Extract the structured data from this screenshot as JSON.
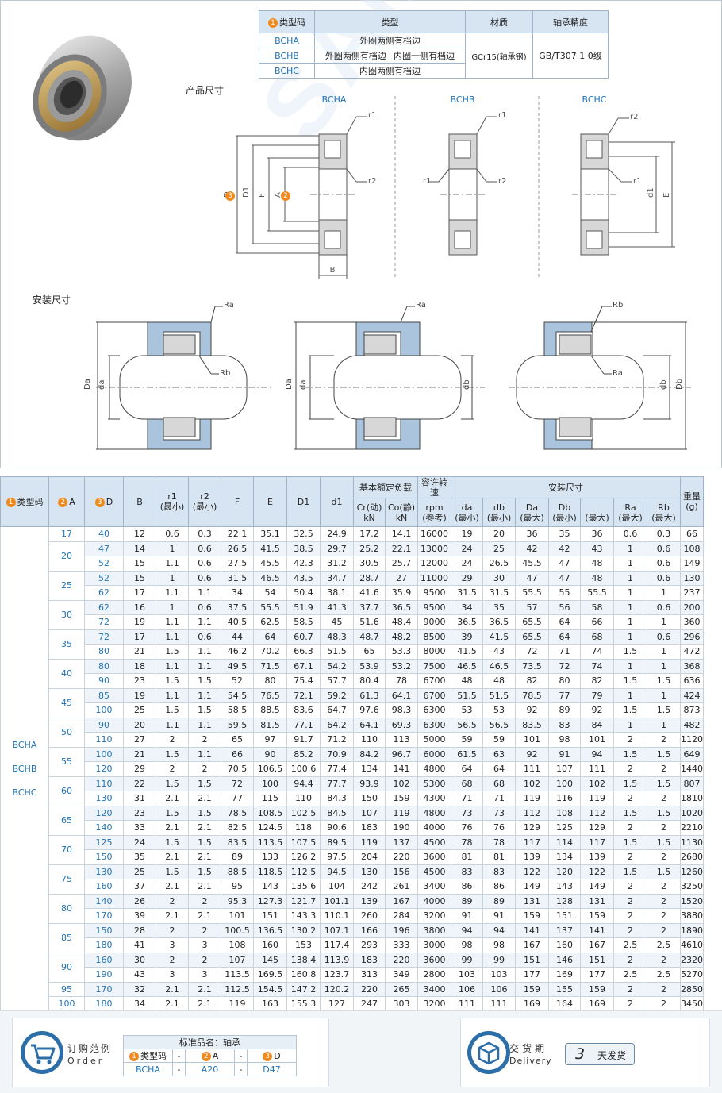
{
  "type_table": {
    "headers": {
      "code": "类型码",
      "type": "类型",
      "material": "材质",
      "precision": "轴承精度"
    },
    "rows": [
      {
        "code": "BCHA",
        "type": "外圈两侧有档边"
      },
      {
        "code": "BCHB",
        "type": "外圈两侧有档边+内圈一侧有档边"
      },
      {
        "code": "BCHC",
        "type": "内圈两侧有档边"
      }
    ],
    "material": "GCr15(轴承钢)",
    "precision": "GB/T307.1 0级"
  },
  "sections": {
    "product_dims": "产品尺寸",
    "install_dims": "安装尺寸"
  },
  "diagram_labels": {
    "bcha": "BCHA",
    "bchb": "BCHB",
    "bchc": "BCHC",
    "r1": "r1",
    "r2": "r2",
    "D": "D",
    "D1": "D1",
    "F": "F",
    "A": "A",
    "B": "B",
    "d1": "d1",
    "E": "E",
    "Ra": "Ra",
    "Rb": "Rb",
    "Da": "Da",
    "da": "da",
    "db": "db",
    "Db": "Db"
  },
  "spec_table": {
    "headers": {
      "code": "类型码",
      "A": "A",
      "D": "D",
      "B": "B",
      "r1": "r1",
      "r1_sub": "(最小)",
      "r2": "r2",
      "r2_sub": "(最小)",
      "F": "F",
      "E": "E",
      "D1": "D1",
      "d1": "d1",
      "load": "基本额定负载",
      "cr": "Cr(动)",
      "co": "Co(静)",
      "kn": "kN",
      "speed": "容许转速",
      "rpm": "rpm",
      "ref": "(参考)",
      "install": "安装尺寸",
      "da": "da",
      "db": "db",
      "Da": "Da",
      "Db": "Db",
      "Ra": "Ra",
      "Rb": "Rb",
      "min": "(最小)",
      "max": "(最大)",
      "weight": "重量",
      "g": "(g)"
    },
    "type_codes": [
      "BCHA",
      "BCHB",
      "BCHC"
    ],
    "groups": [
      {
        "A": "17",
        "rows": [
          [
            "40",
            "12",
            "0.6",
            "0.3",
            "22.1",
            "35.1",
            "32.5",
            "24.9",
            "17.2",
            "14.1",
            "16000",
            "19",
            "20",
            "36",
            "35",
            "36",
            "0.6",
            "0.3",
            "66"
          ]
        ]
      },
      {
        "A": "20",
        "rows": [
          [
            "47",
            "14",
            "1",
            "0.6",
            "26.5",
            "41.5",
            "38.5",
            "29.7",
            "25.2",
            "22.1",
            "13000",
            "24",
            "25",
            "42",
            "42",
            "43",
            "1",
            "0.6",
            "108"
          ],
          [
            "52",
            "15",
            "1.1",
            "0.6",
            "27.5",
            "45.5",
            "42.3",
            "31.2",
            "30.5",
            "25.7",
            "12000",
            "24",
            "26.5",
            "45.5",
            "47",
            "48",
            "1",
            "0.6",
            "149"
          ]
        ]
      },
      {
        "A": "25",
        "rows": [
          [
            "52",
            "15",
            "1",
            "0.6",
            "31.5",
            "46.5",
            "43.5",
            "34.7",
            "28.7",
            "27",
            "11000",
            "29",
            "30",
            "47",
            "47",
            "48",
            "1",
            "0.6",
            "130"
          ],
          [
            "62",
            "17",
            "1.1",
            "1.1",
            "34",
            "54",
            "50.4",
            "38.1",
            "41.6",
            "35.9",
            "9500",
            "31.5",
            "31.5",
            "55.5",
            "55",
            "55.5",
            "1",
            "1",
            "237"
          ]
        ]
      },
      {
        "A": "30",
        "rows": [
          [
            "62",
            "16",
            "1",
            "0.6",
            "37.5",
            "55.5",
            "51.9",
            "41.3",
            "37.7",
            "36.5",
            "9500",
            "34",
            "35",
            "57",
            "56",
            "58",
            "1",
            "0.6",
            "200"
          ],
          [
            "72",
            "19",
            "1.1",
            "1.1",
            "40.5",
            "62.5",
            "58.5",
            "45",
            "51.6",
            "48.4",
            "9000",
            "36.5",
            "36.5",
            "65.5",
            "64",
            "66",
            "1",
            "1",
            "360"
          ]
        ]
      },
      {
        "A": "35",
        "rows": [
          [
            "72",
            "17",
            "1.1",
            "0.6",
            "44",
            "64",
            "60.7",
            "48.3",
            "48.7",
            "48.2",
            "8500",
            "39",
            "41.5",
            "65.5",
            "64",
            "68",
            "1",
            "0.6",
            "296"
          ],
          [
            "80",
            "21",
            "1.5",
            "1.1",
            "46.2",
            "70.2",
            "66.3",
            "51.5",
            "65",
            "53.3",
            "8000",
            "41.5",
            "43",
            "72",
            "71",
            "74",
            "1.5",
            "1",
            "472"
          ]
        ]
      },
      {
        "A": "40",
        "rows": [
          [
            "80",
            "18",
            "1.1",
            "1.1",
            "49.5",
            "71.5",
            "67.1",
            "54.2",
            "53.9",
            "53.2",
            "7500",
            "46.5",
            "46.5",
            "73.5",
            "72",
            "74",
            "1",
            "1",
            "368"
          ],
          [
            "90",
            "23",
            "1.5",
            "1.5",
            "52",
            "80",
            "75.4",
            "57.7",
            "80.4",
            "78",
            "6700",
            "48",
            "48",
            "82",
            "80",
            "82",
            "1.5",
            "1.5",
            "636"
          ]
        ]
      },
      {
        "A": "45",
        "rows": [
          [
            "85",
            "19",
            "1.1",
            "1.1",
            "54.5",
            "76.5",
            "72.1",
            "59.2",
            "61.3",
            "64.1",
            "6700",
            "51.5",
            "51.5",
            "78.5",
            "77",
            "79",
            "1",
            "1",
            "424"
          ],
          [
            "100",
            "25",
            "1.5",
            "1.5",
            "58.5",
            "88.5",
            "83.6",
            "64.7",
            "97.6",
            "98.3",
            "6300",
            "53",
            "53",
            "92",
            "89",
            "92",
            "1.5",
            "1.5",
            "873"
          ]
        ]
      },
      {
        "A": "50",
        "rows": [
          [
            "90",
            "20",
            "1.1",
            "1.1",
            "59.5",
            "81.5",
            "77.1",
            "64.2",
            "64.1",
            "69.3",
            "6300",
            "56.5",
            "56.5",
            "83.5",
            "83",
            "84",
            "1",
            "1",
            "482"
          ],
          [
            "110",
            "27",
            "2",
            "2",
            "65",
            "97",
            "91.7",
            "71.2",
            "110",
            "113",
            "5000",
            "59",
            "59",
            "101",
            "98",
            "101",
            "2",
            "2",
            "1120"
          ]
        ]
      },
      {
        "A": "55",
        "rows": [
          [
            "100",
            "21",
            "1.5",
            "1.1",
            "66",
            "90",
            "85.2",
            "70.9",
            "84.2",
            "96.7",
            "6000",
            "61.5",
            "63",
            "92",
            "91",
            "94",
            "1.5",
            "1.5",
            "649"
          ],
          [
            "120",
            "29",
            "2",
            "2",
            "70.5",
            "106.5",
            "100.6",
            "77.4",
            "134",
            "141",
            "4800",
            "64",
            "64",
            "111",
            "107",
            "111",
            "2",
            "2",
            "1440"
          ]
        ]
      },
      {
        "A": "60",
        "rows": [
          [
            "110",
            "22",
            "1.5",
            "1.5",
            "72",
            "100",
            "94.4",
            "77.7",
            "93.9",
            "102",
            "5300",
            "68",
            "68",
            "102",
            "100",
            "102",
            "1.5",
            "1.5",
            "807"
          ],
          [
            "130",
            "31",
            "2.1",
            "2.1",
            "77",
            "115",
            "110",
            "84.3",
            "150",
            "159",
            "4300",
            "71",
            "71",
            "119",
            "116",
            "119",
            "2",
            "2",
            "1810"
          ]
        ]
      },
      {
        "A": "65",
        "rows": [
          [
            "120",
            "23",
            "1.5",
            "1.5",
            "78.5",
            "108.5",
            "102.5",
            "84.5",
            "107",
            "119",
            "4800",
            "73",
            "73",
            "112",
            "108",
            "112",
            "1.5",
            "1.5",
            "1020"
          ],
          [
            "140",
            "33",
            "2.1",
            "2.1",
            "82.5",
            "124.5",
            "118",
            "90.6",
            "183",
            "190",
            "4000",
            "76",
            "76",
            "129",
            "125",
            "129",
            "2",
            "2",
            "2210"
          ]
        ]
      },
      {
        "A": "70",
        "rows": [
          [
            "125",
            "24",
            "1.5",
            "1.5",
            "83.5",
            "113.5",
            "107.5",
            "89.5",
            "119",
            "137",
            "4500",
            "78",
            "78",
            "117",
            "114",
            "117",
            "1.5",
            "1.5",
            "1130"
          ],
          [
            "150",
            "35",
            "2.1",
            "2.1",
            "89",
            "133",
            "126.2",
            "97.5",
            "204",
            "220",
            "3600",
            "81",
            "81",
            "139",
            "134",
            "139",
            "2",
            "2",
            "2680"
          ]
        ]
      },
      {
        "A": "75",
        "rows": [
          [
            "130",
            "25",
            "1.5",
            "1.5",
            "88.5",
            "118.5",
            "112.5",
            "94.5",
            "130",
            "156",
            "4500",
            "83",
            "83",
            "122",
            "120",
            "122",
            "1.5",
            "1.5",
            "1260"
          ],
          [
            "160",
            "37",
            "2.1",
            "2.1",
            "95",
            "143",
            "135.6",
            "104",
            "242",
            "261",
            "3400",
            "86",
            "86",
            "149",
            "143",
            "149",
            "2",
            "2",
            "3250"
          ]
        ]
      },
      {
        "A": "80",
        "rows": [
          [
            "140",
            "26",
            "2",
            "2",
            "95.3",
            "127.3",
            "121.7",
            "101.1",
            "139",
            "167",
            "4000",
            "89",
            "89",
            "131",
            "128",
            "131",
            "2",
            "2",
            "1520"
          ],
          [
            "170",
            "39",
            "2.1",
            "2.1",
            "101",
            "151",
            "143.3",
            "110.1",
            "260",
            "284",
            "3200",
            "91",
            "91",
            "159",
            "151",
            "159",
            "2",
            "2",
            "3880"
          ]
        ]
      },
      {
        "A": "85",
        "rows": [
          [
            "150",
            "28",
            "2",
            "2",
            "100.5",
            "136.5",
            "130.2",
            "107.1",
            "166",
            "196",
            "3800",
            "94",
            "94",
            "141",
            "137",
            "141",
            "2",
            "2",
            "1890"
          ],
          [
            "180",
            "41",
            "3",
            "3",
            "108",
            "160",
            "153",
            "117.4",
            "293",
            "333",
            "3000",
            "98",
            "98",
            "167",
            "160",
            "167",
            "2.5",
            "2.5",
            "4610"
          ]
        ]
      },
      {
        "A": "90",
        "rows": [
          [
            "160",
            "30",
            "2",
            "2",
            "107",
            "145",
            "138.4",
            "113.9",
            "183",
            "220",
            "3600",
            "99",
            "99",
            "151",
            "146",
            "151",
            "2",
            "2",
            "2320"
          ],
          [
            "190",
            "43",
            "3",
            "3",
            "113.5",
            "169.5",
            "160.8",
            "123.7",
            "313",
            "349",
            "2800",
            "103",
            "103",
            "177",
            "169",
            "177",
            "2.5",
            "2.5",
            "5270"
          ]
        ]
      },
      {
        "A": "95",
        "rows": [
          [
            "170",
            "32",
            "2.1",
            "2.1",
            "112.5",
            "154.5",
            "147.2",
            "120.2",
            "220",
            "265",
            "3400",
            "106",
            "106",
            "159",
            "155",
            "159",
            "2",
            "2",
            "2850"
          ]
        ]
      },
      {
        "A": "100",
        "rows": [
          [
            "180",
            "34",
            "2.1",
            "2.1",
            "119",
            "163",
            "155.3",
            "127",
            "247",
            "303",
            "3200",
            "111",
            "111",
            "169",
            "164",
            "169",
            "2",
            "2",
            "3450"
          ]
        ]
      }
    ]
  },
  "order": {
    "title_cn": "订购范例",
    "title_en": "Order",
    "std_name": "标准品名：轴承",
    "cols": [
      "类型码",
      "-",
      "A",
      "-",
      "D"
    ],
    "values": [
      "BCHA",
      "-",
      "A20",
      "-",
      "D47"
    ]
  },
  "delivery": {
    "title_cn": "交货期",
    "title_en": "Delivery",
    "days": "3",
    "unit": "天发货"
  },
  "watermark": "SAMLS",
  "colors": {
    "accent": "#1f73b7",
    "badge": "#f08a1e",
    "header_bg": "#d7e5f2",
    "housing": "#a9c4dc"
  }
}
